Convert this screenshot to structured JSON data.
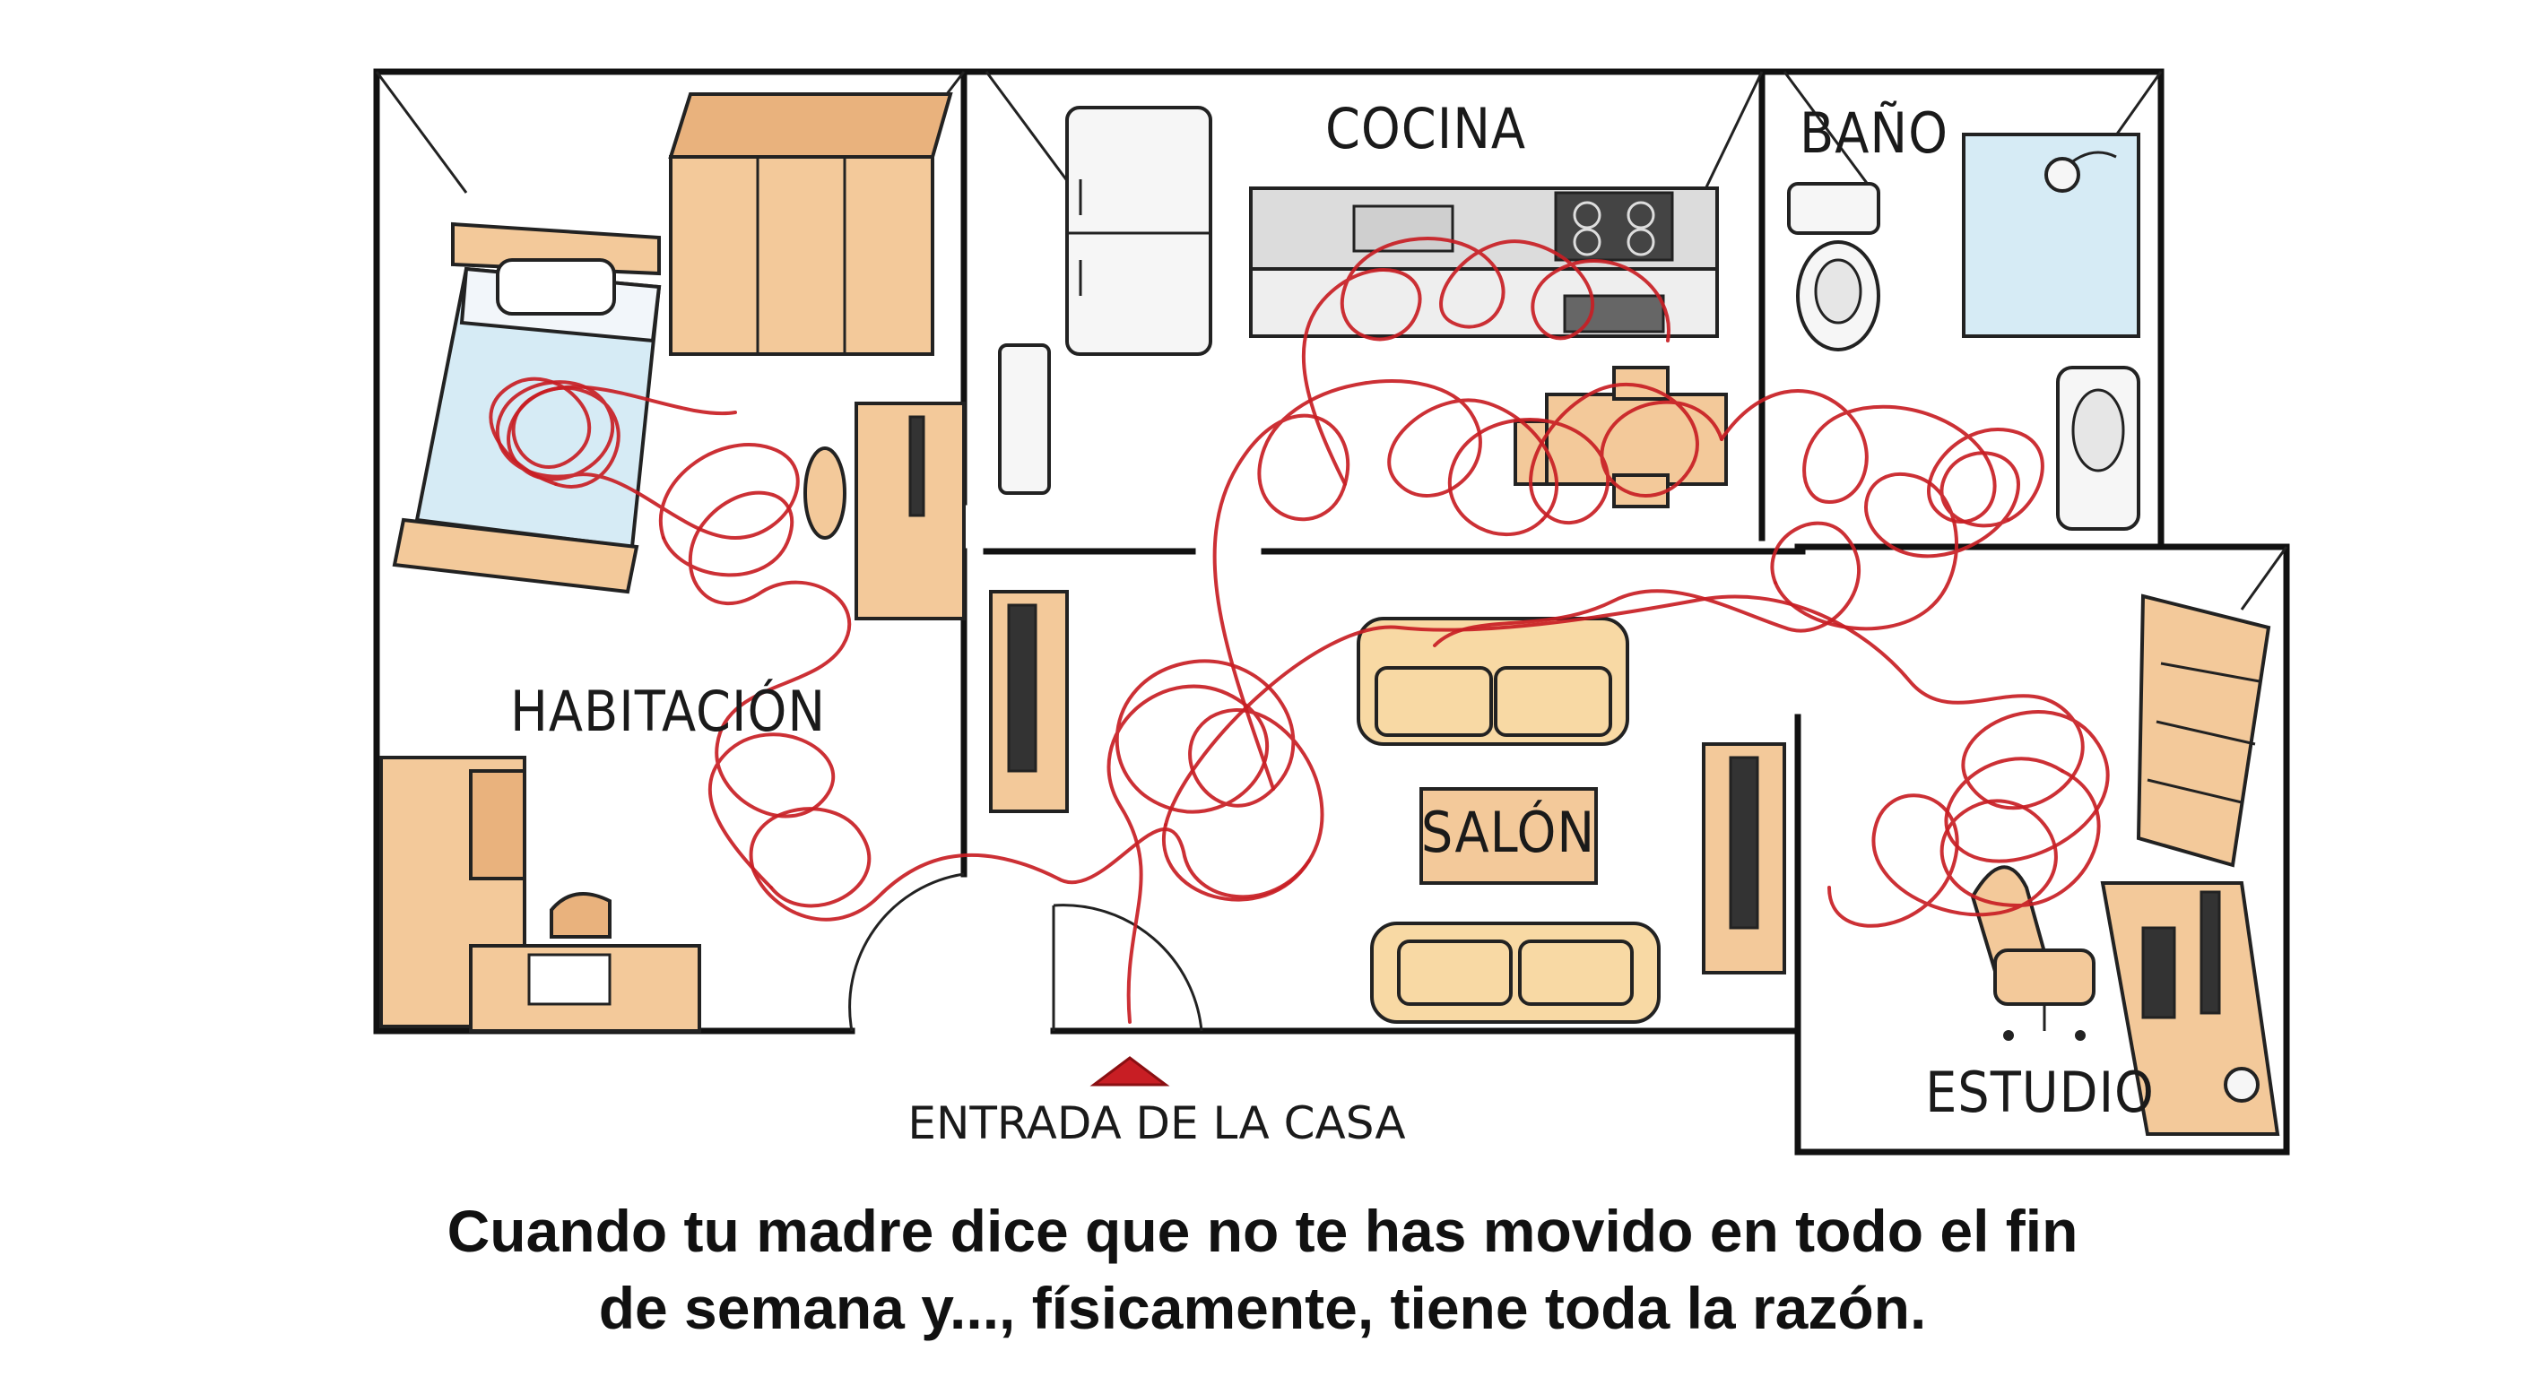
{
  "rooms": {
    "cocina": "COCINA",
    "bano": "BAÑO",
    "habitacion": "HABITACIÓN",
    "salon": "SALÓN",
    "estudio": "ESTUDIO"
  },
  "entrance": {
    "label": "ENTRADA DE LA CASA"
  },
  "caption": {
    "line1": "Cuando tu madre dice que no te has movido en todo el fin",
    "line2": "de semana y..., físicamente, tiene toda la razón."
  },
  "colors": {
    "wall": "#111111",
    "wood": "#f3c99a",
    "thread": "#c81e24",
    "sofa": "#f8d9a4",
    "glass": "#cfe6f2",
    "appliance": "#f4f4f4"
  }
}
